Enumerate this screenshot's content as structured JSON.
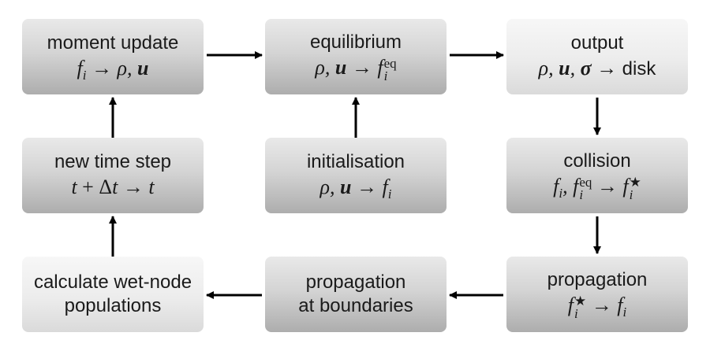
{
  "boxes": {
    "moment_update": {
      "title": "moment update"
    },
    "equilibrium": {
      "title": "equilibrium"
    },
    "output": {
      "title": "output",
      "target": "disk"
    },
    "new_time_step": {
      "title": "new time step"
    },
    "initialisation": {
      "title": "initialisation"
    },
    "collision": {
      "title": "collision"
    },
    "calc_wet_node": {
      "title_line1": "calculate wet-node",
      "title_line2": "populations"
    },
    "propagation_boundaries": {
      "title_line1": "propagation",
      "title_line2": "at boundaries"
    },
    "propagation": {
      "title": "propagation"
    }
  },
  "colors": {
    "dark_box": "#c6c6c6",
    "light_box": "#ececec",
    "arrow": "#000000"
  }
}
